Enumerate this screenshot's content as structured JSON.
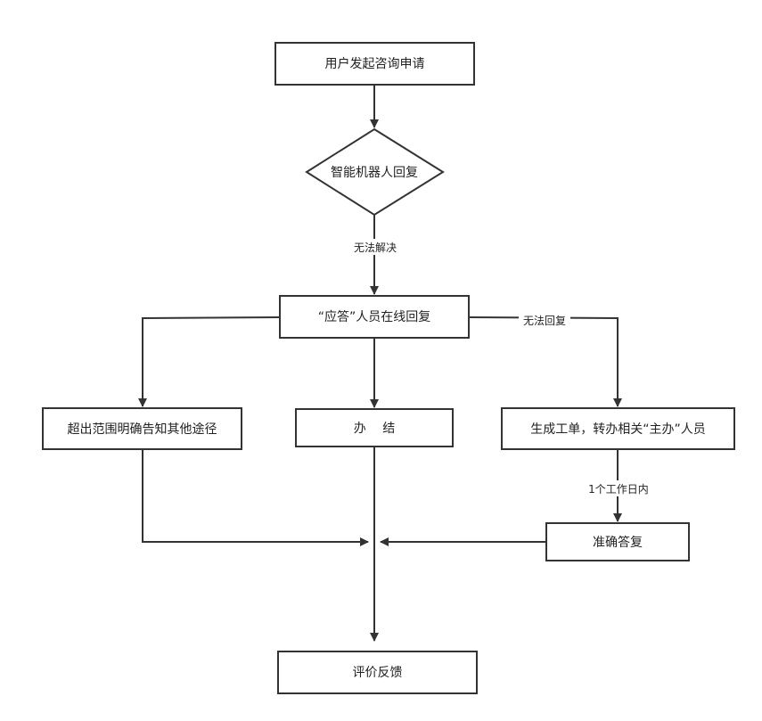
{
  "colors": {
    "stroke": "#333333",
    "text": "#222222",
    "background": "#ffffff"
  },
  "nodes": {
    "start": {
      "label": "用户发起咨询申请"
    },
    "robot": {
      "label": "智能机器人回复"
    },
    "agent": {
      "label": "“应答”人员在线回复"
    },
    "out_of_scope": {
      "label": "超出范围明确告知其他途径"
    },
    "done": {
      "label": "办　 结"
    },
    "ticket": {
      "label": "生成工单，转办相关“主办”人员"
    },
    "accurate": {
      "label": "准确答复"
    },
    "feedback": {
      "label": "评价反馈"
    }
  },
  "edges": {
    "unresolved": {
      "label": "无法解决"
    },
    "cannot_reply": {
      "label": "无法回复"
    },
    "one_workday": {
      "label": "1个工作日内"
    }
  }
}
